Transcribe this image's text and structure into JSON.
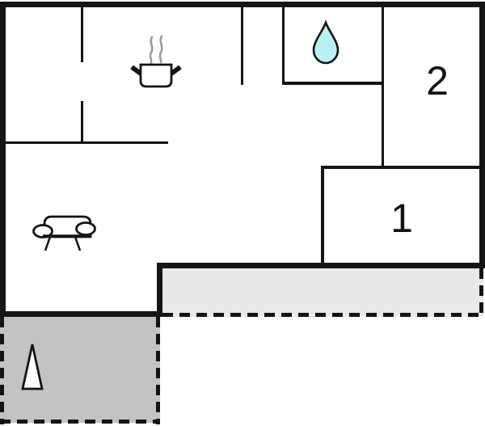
{
  "floor_plan": {
    "room_labels": [
      {
        "name": "room-1",
        "label": "1"
      },
      {
        "name": "room-2",
        "label": "2"
      }
    ],
    "icons": [
      "cooking-pot-icon",
      "water-drop-icon",
      "sofa-icon",
      "tree-icon"
    ],
    "colors": {
      "wall": "#141414",
      "terrace_fill": "#e9e9e9",
      "garden_fill": "#c3c3c3",
      "water_drop_fill": "#b7f1f3",
      "steam_gray": "#9a9a9a"
    }
  }
}
